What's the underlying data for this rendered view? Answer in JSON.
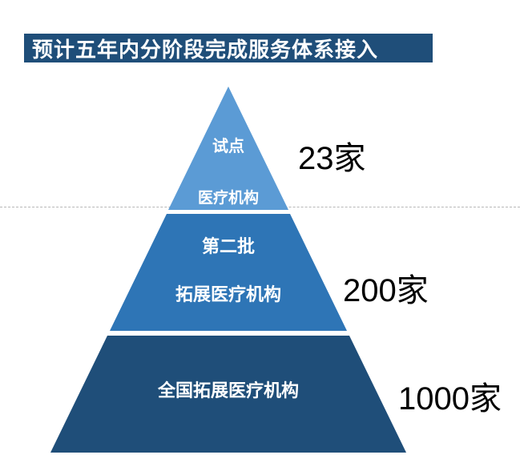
{
  "title": "预计五年内分阶段完成服务体系接入",
  "colors": {
    "title_bg": "#1f4e79",
    "tier1_fill": "#5b9bd5",
    "tier2_fill": "#2e75b6",
    "tier3_fill": "#1f4e79",
    "tier_text": "#ffffff",
    "value_text": "#000000",
    "dashed_line": "#b7b7b7"
  },
  "chart_data": {
    "type": "pyramid",
    "title": "预计五年内分阶段完成服务体系接入",
    "tiers": [
      {
        "level": 1,
        "label_lines": [
          "试点",
          "医疗机构"
        ],
        "value": "23家",
        "count": 23,
        "color": "#5b9bd5"
      },
      {
        "level": 2,
        "label_lines": [
          "第二批",
          "拓展医疗机构"
        ],
        "value": "200家",
        "count": 200,
        "color": "#2e75b6"
      },
      {
        "level": 3,
        "label_lines": [
          "全国拓展医疗机构"
        ],
        "value": "1000家",
        "count": 1000,
        "color": "#1f4e79"
      }
    ]
  }
}
